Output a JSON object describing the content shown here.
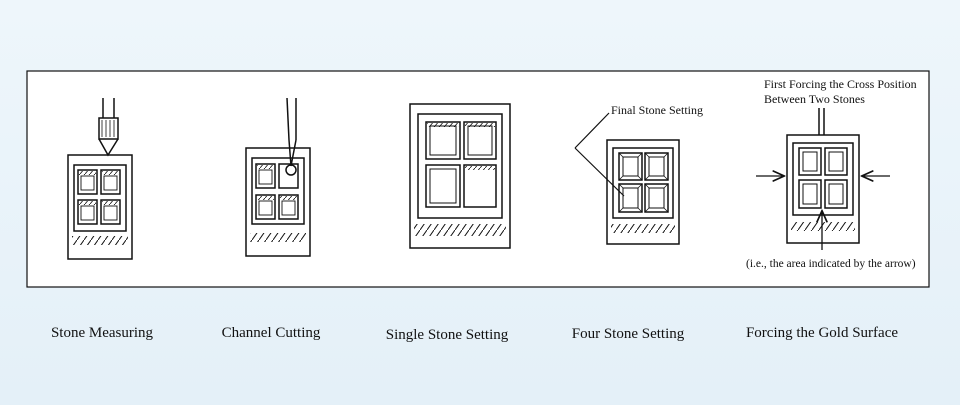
{
  "captions": [
    "Stone Measuring",
    "Channel Cutting",
    "Single Stone Setting",
    "Four Stone Setting",
    "Forcing the Gold Surface"
  ],
  "annotations": {
    "final_stone_setting": "Final Stone Setting",
    "first_forcing_line1": "First Forcing the Cross Position",
    "first_forcing_line2": "Between Two Stones",
    "arrow_note": "(i.e., the area indicated by the arrow)"
  },
  "colors": {
    "ink": "#111111",
    "panel": "#ffffff",
    "background": "#e8f2f9"
  }
}
